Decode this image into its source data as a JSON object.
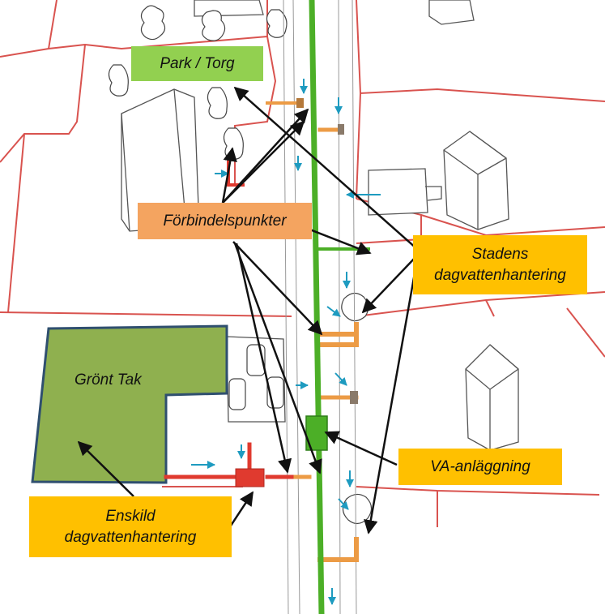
{
  "labels": {
    "park": "Park / Torg",
    "connection_points": "Förbindelspunkter",
    "city_line1": "Stadens",
    "city_line2": "dagvattenhantering",
    "green_roof": "Grönt Tak",
    "va_facility": "VA-anläggning",
    "private_line1": "Enskild",
    "private_line2": "dagvattenhantering"
  },
  "colors": {
    "park_box": "#92d050",
    "connection_box": "#f4a460",
    "city_box": "#ffc000",
    "va_box": "#ffc000",
    "private_box": "#ffc000",
    "green_roof_fill": "#8fb04f",
    "green_roof_border": "#2f4f6f",
    "plot_lines": "#d9534f",
    "green_line": "#4caf27",
    "orange_pipe": "#ec9b45",
    "blue_arrows": "#1e9bc0",
    "red_well": "#e03a2f"
  }
}
